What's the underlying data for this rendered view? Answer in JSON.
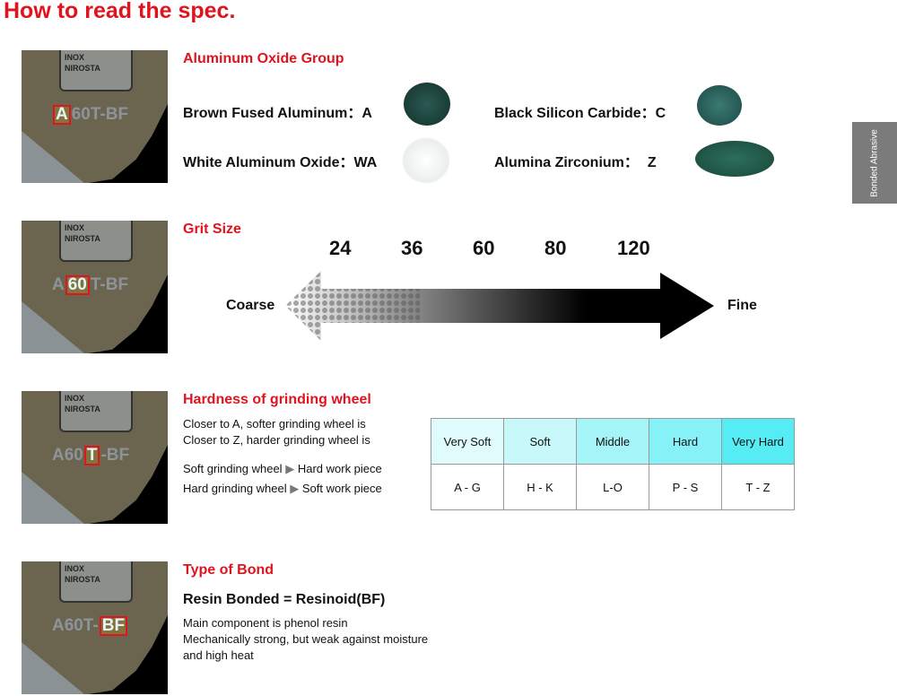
{
  "title": "How to read the spec.",
  "side_tab": "Bonded Abrasive",
  "thumb": {
    "line1": "INOX",
    "line2": "NIROSTA",
    "code": "A60T-BF",
    "highlights": [
      "A",
      "60",
      "T",
      "BF"
    ]
  },
  "aluminum": {
    "heading": "Aluminum Oxide Group",
    "items": [
      {
        "name": "Brown Fused Aluminum",
        "sep": "：",
        "code": "A",
        "color": "#1f4a42"
      },
      {
        "name": "Black Silicon Carbide",
        "sep": "：",
        "code": "C",
        "color": "#2a6660"
      },
      {
        "name": "White Aluminum Oxide",
        "sep": "：",
        "code": "WA",
        "color": "#eef3f0"
      },
      {
        "name": "Alumina Zirconium",
        "sep": "：",
        "code": "Z",
        "color": "#235e4c"
      }
    ]
  },
  "grit": {
    "heading": "Grit Size",
    "values": [
      "24",
      "36",
      "60",
      "80",
      "120"
    ],
    "left": "Coarse",
    "right": "Fine"
  },
  "hardness": {
    "heading": "Hardness of grinding wheel",
    "lines": [
      "Closer to A, softer grinding wheel is",
      "Closer to Z, harder grinding wheel is"
    ],
    "rules": [
      {
        "a": "Soft grinding wheel",
        "b": "Hard work piece"
      },
      {
        "a": "Hard grinding wheel",
        "b": "Soft work piece"
      }
    ],
    "table": {
      "grades": [
        "Very Soft",
        "Soft",
        "Middle",
        "Hard",
        "Very Hard"
      ],
      "ranges": [
        "A - G",
        "H - K",
        "L-O",
        "P - S",
        "T - Z"
      ],
      "colors": [
        "#e0fbfc",
        "#c8f8fa",
        "#a4f4f8",
        "#86f1f6",
        "#55ecf4"
      ]
    }
  },
  "bond": {
    "heading": "Type of Bond",
    "subheading": "Resin Bonded = Resinoid(BF)",
    "lines": [
      "Main component is phenol resin",
      "Mechanically strong, but weak against moisture",
      "and high heat"
    ]
  }
}
